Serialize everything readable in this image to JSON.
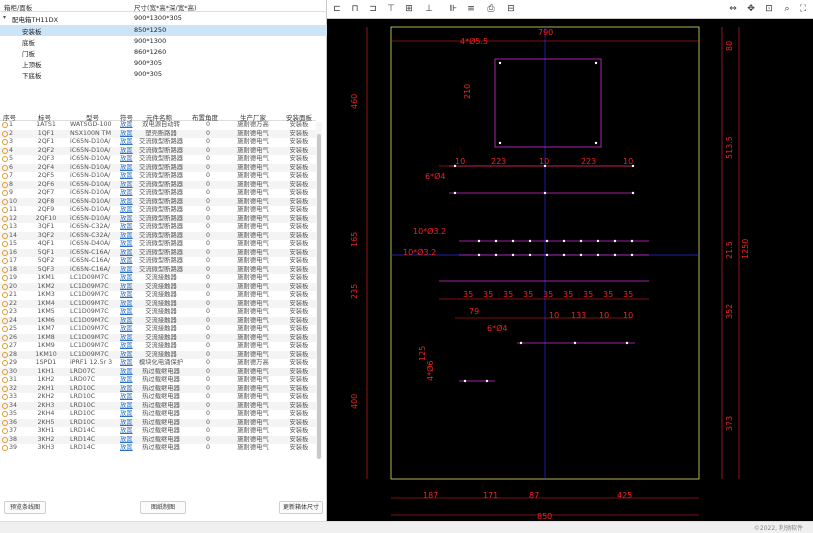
{
  "tree": {
    "headers": [
      "箱柜/面板",
      "尺寸(宽*高*深/宽*高)"
    ],
    "root": {
      "name": "配电箱TH11DX",
      "size": "900*1300*305"
    },
    "children": [
      {
        "name": "安装板",
        "size": "850*1250",
        "selected": true
      },
      {
        "name": "底板",
        "size": "900*1300"
      },
      {
        "name": "门板",
        "size": "860*1260"
      },
      {
        "name": "上顶板",
        "size": "900*305"
      },
      {
        "name": "下底板",
        "size": "900*305"
      }
    ]
  },
  "table": {
    "headers": [
      "序号",
      "标号",
      "型号",
      "符号",
      "元件名称",
      "布置角度",
      "生产厂家",
      "安装面板"
    ],
    "rows": [
      [
        "1",
        "1ATS1",
        "WATSGD-100",
        "放置",
        "双电源自动转",
        "0",
        "施耐德万高",
        "安装板"
      ],
      [
        "2",
        "1QF1",
        "NSX100N TM",
        "放置",
        "塑壳断路器",
        "0",
        "施耐德电气",
        "安装板"
      ],
      [
        "3",
        "2QF1",
        "iC65N-D10A/",
        "放置",
        "交流微型断路器",
        "0",
        "施耐德电气",
        "安装板"
      ],
      [
        "4",
        "2QF2",
        "iC65N-D10A/",
        "放置",
        "交流微型断路器",
        "0",
        "施耐德电气",
        "安装板"
      ],
      [
        "5",
        "2QF3",
        "iC65N-D10A/",
        "放置",
        "交流微型断路器",
        "0",
        "施耐德电气",
        "安装板"
      ],
      [
        "6",
        "2QF4",
        "iC65N-D10A/",
        "放置",
        "交流微型断路器",
        "0",
        "施耐德电气",
        "安装板"
      ],
      [
        "7",
        "2QF5",
        "iC65N-D10A/",
        "放置",
        "交流微型断路器",
        "0",
        "施耐德电气",
        "安装板"
      ],
      [
        "8",
        "2QF6",
        "iC65N-D10A/",
        "放置",
        "交流微型断路器",
        "0",
        "施耐德电气",
        "安装板"
      ],
      [
        "9",
        "2QF7",
        "iC65N-D10A/",
        "放置",
        "交流微型断路器",
        "0",
        "施耐德电气",
        "安装板"
      ],
      [
        "10",
        "2QF8",
        "iC65N-D10A/",
        "放置",
        "交流微型断路器",
        "0",
        "施耐德电气",
        "安装板"
      ],
      [
        "11",
        "2QF9",
        "iC65N-D10A/",
        "放置",
        "交流微型断路器",
        "0",
        "施耐德电气",
        "安装板"
      ],
      [
        "12",
        "2QF10",
        "iC65N-D10A/",
        "放置",
        "交流微型断路器",
        "0",
        "施耐德电气",
        "安装板"
      ],
      [
        "13",
        "3QF1",
        "iC65N-C32A/",
        "放置",
        "交流微型断路器",
        "0",
        "施耐德电气",
        "安装板"
      ],
      [
        "14",
        "3QF2",
        "iC65N-C32A/",
        "放置",
        "交流微型断路器",
        "0",
        "施耐德电气",
        "安装板"
      ],
      [
        "15",
        "4QF1",
        "iC65N-D40A/",
        "放置",
        "交流微型断路器",
        "0",
        "施耐德电气",
        "安装板"
      ],
      [
        "16",
        "5QF1",
        "iC65N-C16A/",
        "放置",
        "交流微型断路器",
        "0",
        "施耐德电气",
        "安装板"
      ],
      [
        "17",
        "5QF2",
        "iC65N-C16A/",
        "放置",
        "交流微型断路器",
        "0",
        "施耐德电气",
        "安装板"
      ],
      [
        "18",
        "5QF3",
        "iC65N-C16A/",
        "放置",
        "交流微型断路器",
        "0",
        "施耐德电气",
        "安装板"
      ],
      [
        "19",
        "1KM1",
        "LC1D09M7C",
        "放置",
        "交流接触器",
        "0",
        "施耐德电气",
        "安装板"
      ],
      [
        "20",
        "1KM2",
        "LC1D09M7C",
        "放置",
        "交流接触器",
        "0",
        "施耐德电气",
        "安装板"
      ],
      [
        "21",
        "1KM3",
        "LC1D09M7C",
        "放置",
        "交流接触器",
        "0",
        "施耐德电气",
        "安装板"
      ],
      [
        "22",
        "1KM4",
        "LC1D09M7C",
        "放置",
        "交流接触器",
        "0",
        "施耐德电气",
        "安装板"
      ],
      [
        "23",
        "1KM5",
        "LC1D09M7C",
        "放置",
        "交流接触器",
        "0",
        "施耐德电气",
        "安装板"
      ],
      [
        "24",
        "1KM6",
        "LC1D09M7C",
        "放置",
        "交流接触器",
        "0",
        "施耐德电气",
        "安装板"
      ],
      [
        "25",
        "1KM7",
        "LC1D09M7C",
        "放置",
        "交流接触器",
        "0",
        "施耐德电气",
        "安装板"
      ],
      [
        "26",
        "1KM8",
        "LC1D09M7C",
        "放置",
        "交流接触器",
        "0",
        "施耐德电气",
        "安装板"
      ],
      [
        "27",
        "1KM9",
        "LC1D09M7C",
        "放置",
        "交流接触器",
        "0",
        "施耐德电气",
        "安装板"
      ],
      [
        "28",
        "1KM10",
        "LC1D09M7C",
        "放置",
        "交流接触器",
        "0",
        "施耐德电气",
        "安装板"
      ],
      [
        "29",
        "1SPD1",
        "iPRF1 12.5r 3",
        "放置",
        "模块化电涌保护",
        "0",
        "施耐德万高",
        "安装板"
      ],
      [
        "30",
        "1KH1",
        "LRD07C",
        "放置",
        "热过载继电器",
        "0",
        "施耐德电气",
        "安装板"
      ],
      [
        "31",
        "1KH2",
        "LRD07C",
        "放置",
        "热过载继电器",
        "0",
        "施耐德电气",
        "安装板"
      ],
      [
        "32",
        "2KH1",
        "LRD10C",
        "放置",
        "热过载继电器",
        "0",
        "施耐德电气",
        "安装板"
      ],
      [
        "33",
        "2KH2",
        "LRD10C",
        "放置",
        "热过载继电器",
        "0",
        "施耐德电气",
        "安装板"
      ],
      [
        "34",
        "2KH3",
        "LRD10C",
        "放置",
        "热过载继电器",
        "0",
        "施耐德电气",
        "安装板"
      ],
      [
        "35",
        "2KH4",
        "LRD10C",
        "放置",
        "热过载继电器",
        "0",
        "施耐德电气",
        "安装板"
      ],
      [
        "36",
        "2KH5",
        "LRD10C",
        "放置",
        "热过载继电器",
        "0",
        "施耐德电气",
        "安装板"
      ],
      [
        "37",
        "3KH1",
        "LRD14C",
        "放置",
        "热过载继电器",
        "0",
        "施耐德电气",
        "安装板"
      ],
      [
        "38",
        "3KH2",
        "LRD14C",
        "放置",
        "热过载继电器",
        "0",
        "施耐德电气",
        "安装板"
      ],
      [
        "39",
        "3KH3",
        "LRD14C",
        "放置",
        "热过载继电器",
        "0",
        "施耐德电气",
        "安装板"
      ]
    ]
  },
  "buttons": {
    "preview": "预览条线图",
    "drill": "图纸制图",
    "update": "更新箱体尺寸"
  },
  "toolbar": [
    "align-left-icon",
    "align-center-icon",
    "align-right-icon",
    "align-top-icon",
    "align-middle-icon",
    "align-bottom-icon",
    "distribute-h-icon",
    "distribute-v-icon",
    "print-icon",
    "save-icon",
    "zoom-fit-icon",
    "move-icon",
    "zoom-window-icon",
    "zoom-icon",
    "fullscreen-icon"
  ],
  "drawing": {
    "dims": {
      "top": "790",
      "right1": "80",
      "right2": "513.5",
      "right3": "21.5",
      "right4": "1250",
      "right5": "352",
      "right6": "373",
      "left1": "460",
      "left2": "165",
      "left3": "235",
      "left4": "400",
      "row_a": "10",
      "row_b": "223",
      "row_c": "10",
      "row_d": "223",
      "row_e": "10",
      "bot_a": "187",
      "bot_b": "171",
      "bot_c": "87",
      "bot_d": "425",
      "bottom_total": "850",
      "mid_a": "79",
      "mid_b": "10",
      "mid_c": "133",
      "mid_d": "10",
      "mid_e": "133",
      "mid_f": "10",
      "sp35": "35",
      "height_210": "210",
      "h_125": "125"
    },
    "holes": {
      "a": "4*Ø5.5",
      "b": "6*Ø4",
      "c": "10*Ø3.2",
      "d": "10*Ø3.2",
      "e": "6*Ø4",
      "f": "4*Ø6"
    }
  },
  "footer": {
    "copyright": "©2022, 利驰软件"
  }
}
